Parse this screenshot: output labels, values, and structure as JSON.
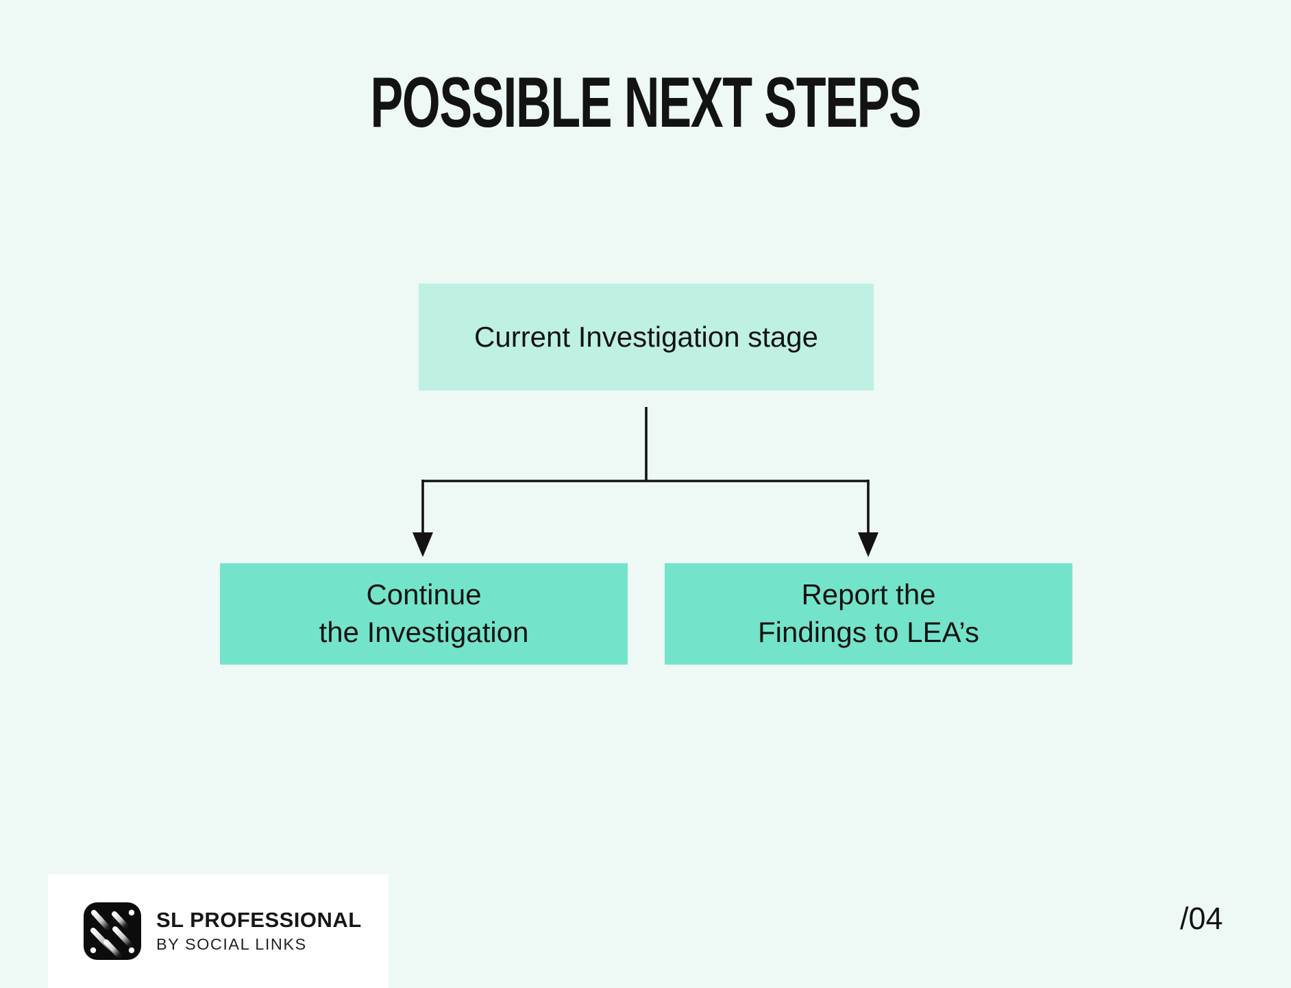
{
  "slide": {
    "title": "POSSIBLE NEXT STEPS",
    "page_number": "/04"
  },
  "flowchart": {
    "root": {
      "label": "Current Investigation stage"
    },
    "children": [
      {
        "label": "Continue\nthe Investigation"
      },
      {
        "label": "Report the\nFindings to LEA’s"
      }
    ]
  },
  "footer": {
    "brand": "SL PROFESSIONAL",
    "byline": "BY SOCIAL LINKS",
    "logo_icon": "sl-logo-icon"
  },
  "colors": {
    "background": "#eef8f5",
    "box_root": "#bff0e4",
    "box_child": "#73e4c9",
    "line": "#131313",
    "text": "#131313",
    "card": "#ffffff"
  }
}
